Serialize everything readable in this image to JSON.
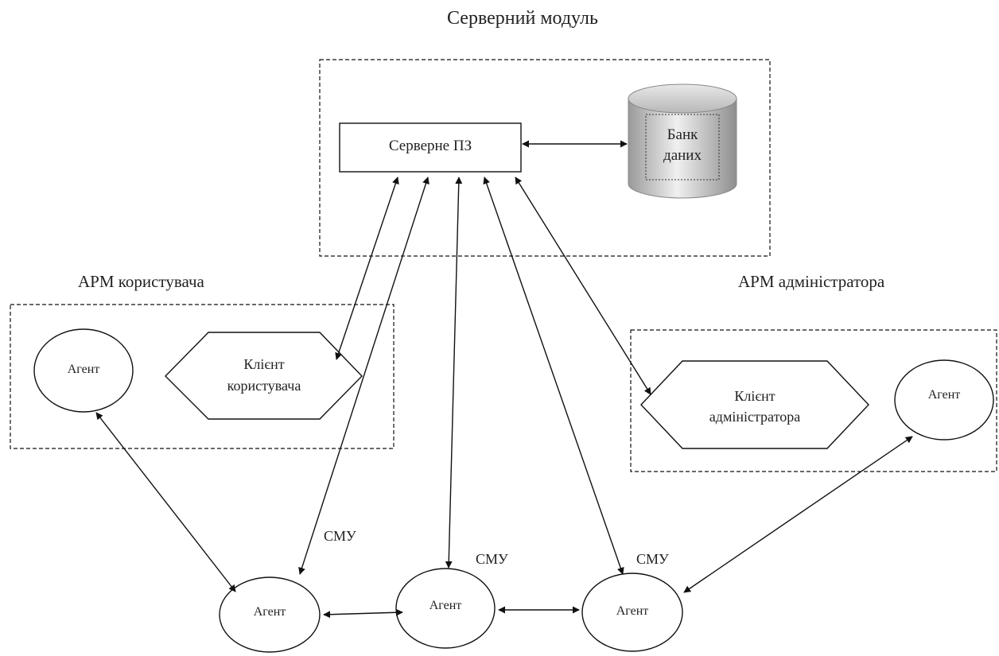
{
  "diagram": {
    "server_module_title": "Серверний модуль",
    "server_software": "Серверне ПЗ",
    "database": {
      "line1": "Банк",
      "line2": "даних"
    },
    "user_workstation_title": "АРМ користувача",
    "admin_workstation_title": "АРМ адміністратора",
    "user_client": {
      "line1": "Клієнт",
      "line2": "користувача"
    },
    "admin_client": {
      "line1": "Клієнт",
      "line2": "адміністратора"
    },
    "agents": {
      "user_ws_agent": "Агент",
      "admin_ws_agent": "Агент",
      "bottom_left_agent": "Агент",
      "bottom_middle_agent": "Агент",
      "bottom_right_agent": "Агент"
    },
    "smu_labels": [
      "СМУ",
      "СМУ",
      "СМУ"
    ]
  },
  "colors": {
    "stroke": "#111111",
    "cylinder_light": "#f2f2f2",
    "cylinder_dark": "#9a9a9a"
  }
}
